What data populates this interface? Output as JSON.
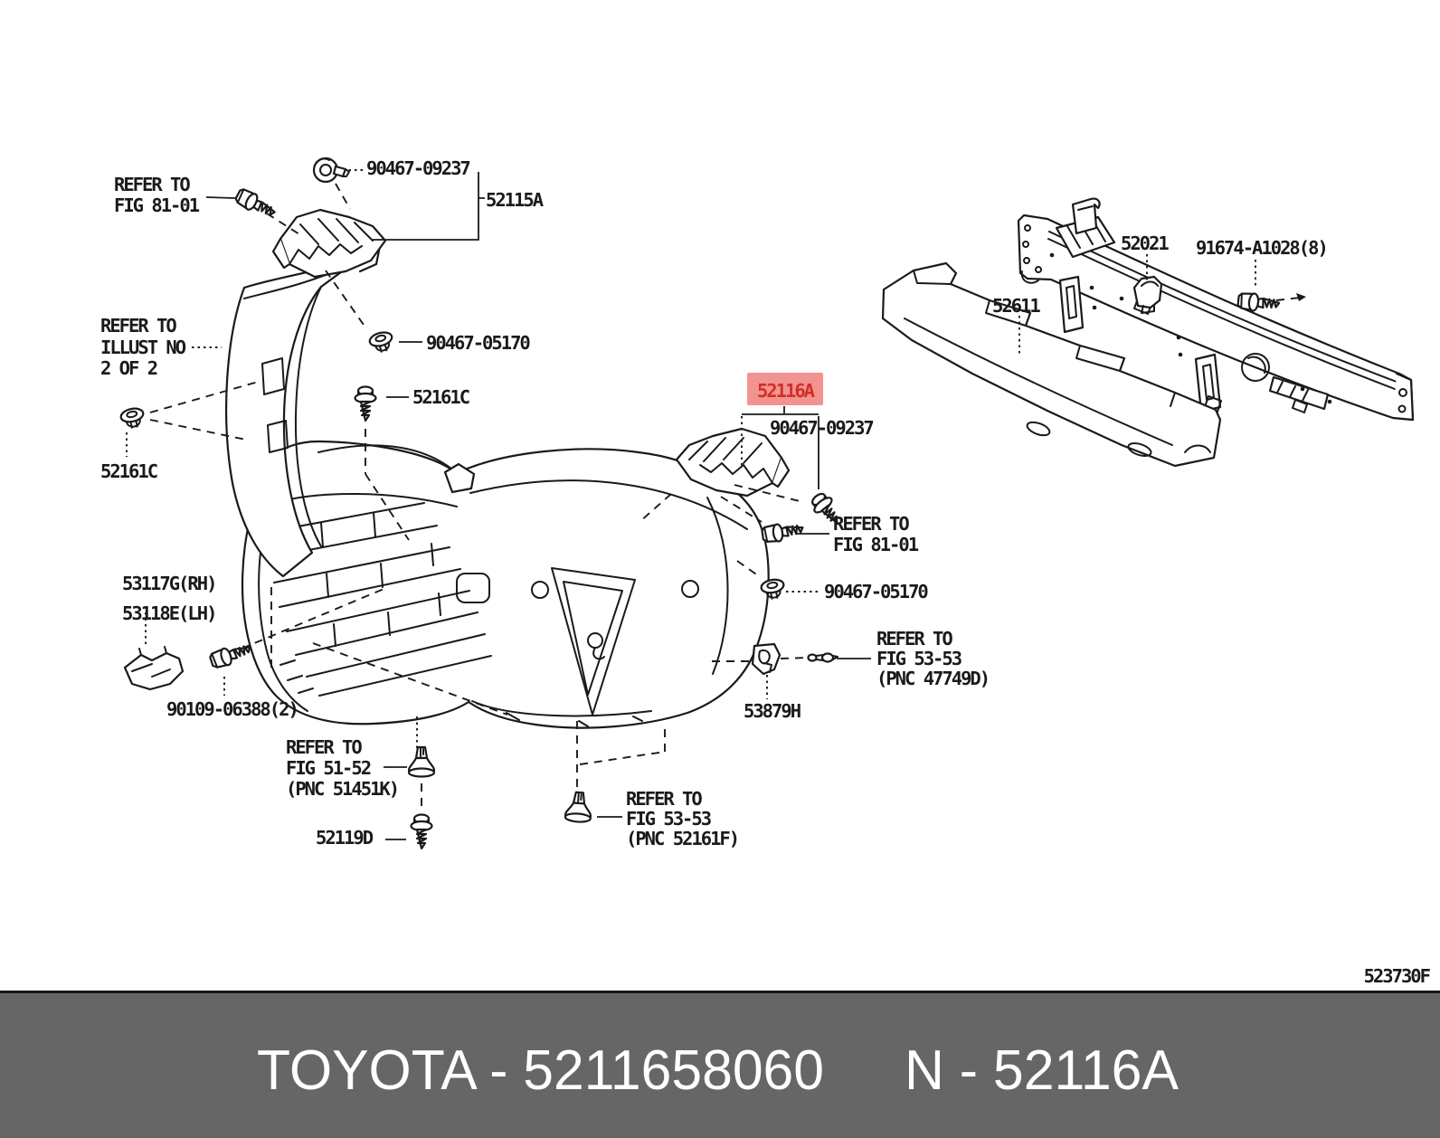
{
  "theme": {
    "banner_bg": "#666666",
    "banner_text": "#ffffff",
    "line_color": "#1a1a1a",
    "highlight_bg": "#f29390",
    "highlight_text": "#d12f28",
    "page_bg": "#ffffff"
  },
  "highlight": {
    "part_no": "52116A"
  },
  "labels": {
    "fig81_top": [
      "REFER TO",
      "FIG 81-01"
    ],
    "p90467_09237_top": "90467-09237",
    "p52115a": "52115A",
    "illust": [
      "REFER TO",
      "ILLUST NO",
      "2 OF 2"
    ],
    "p90467_05170_top": "90467-05170",
    "p52161c_right": "52161C",
    "p52161c_left": "52161C",
    "p90467_09237_mid": "90467-09237",
    "fig81_mid": [
      "REFER TO",
      "FIG 81-01"
    ],
    "p90467_05170_mid": "90467-05170",
    "p52021": "52021",
    "p91674": "91674-A1028(8)",
    "p52611": "52611",
    "p53117": [
      "53117G(RH)",
      "53118E(LH)"
    ],
    "p90109": "90109-06388(2)",
    "fig5152": [
      "REFER TO",
      "FIG 51-52",
      "(PNC 51451K)"
    ],
    "p52119d": "52119D",
    "fig5353_left": [
      "REFER TO",
      "FIG 53-53",
      "(PNC 52161F)"
    ],
    "fig5353_right": [
      "REFER TO",
      "FIG 53-53",
      "(PNC 47749D)"
    ],
    "p53879h": "53879H"
  },
  "footer": {
    "drawing_code": "523730F",
    "title_left": "TOYOTA - 5211658060",
    "title_right": "N - 52116A"
  }
}
